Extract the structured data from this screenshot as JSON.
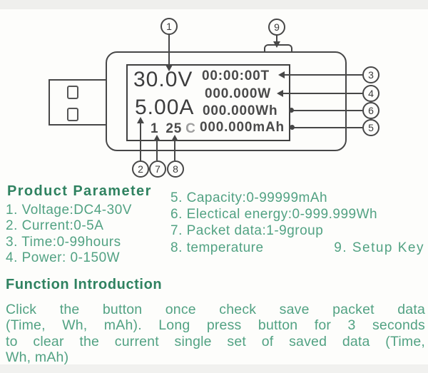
{
  "colors": {
    "ink": "#474747",
    "display_text": "#3d3d3d",
    "temperature_unit_gray": "#9e9e9e",
    "heading_green": "#2f8260",
    "body_green": "#52a283"
  },
  "diagram": {
    "display": {
      "voltage": "30.0V",
      "current": "5.00A",
      "packet_group": "1",
      "temperature": "25",
      "temperature_unit": "C",
      "time": "00:00:00T",
      "power": "000.000W",
      "energy": "000.000Wh",
      "capacity": "000.000mAh"
    },
    "callouts": {
      "c1": "1",
      "c2": "2",
      "c3": "3",
      "c4": "4",
      "c5": "5",
      "c6": "6",
      "c7": "7",
      "c8": "8",
      "c9": "9"
    }
  },
  "product_parameter": {
    "title": "Product Parameter",
    "left_items": [
      "1. Voltage:DC4-30V",
      "2. Current:0-5A",
      "3. Time:0-99hours",
      "4. Power: 0-150W"
    ],
    "right_items": [
      "5. Capacity:0-99999mAh",
      "6. Electical energy:0-999.999Wh",
      "7. Packet data:1-9group"
    ],
    "item_temperature": "8. temperature",
    "item_setup_key": "9. Setup Key"
  },
  "function_introduction": {
    "title": "Function Introduction",
    "lines": [
      "Click  the  button  once  check  save  packet  data",
      "(Time, Wh, mAh). Long press button for 3 seconds",
      "to clear the current single set of saved data (Time,",
      "Wh, mAh)"
    ]
  }
}
